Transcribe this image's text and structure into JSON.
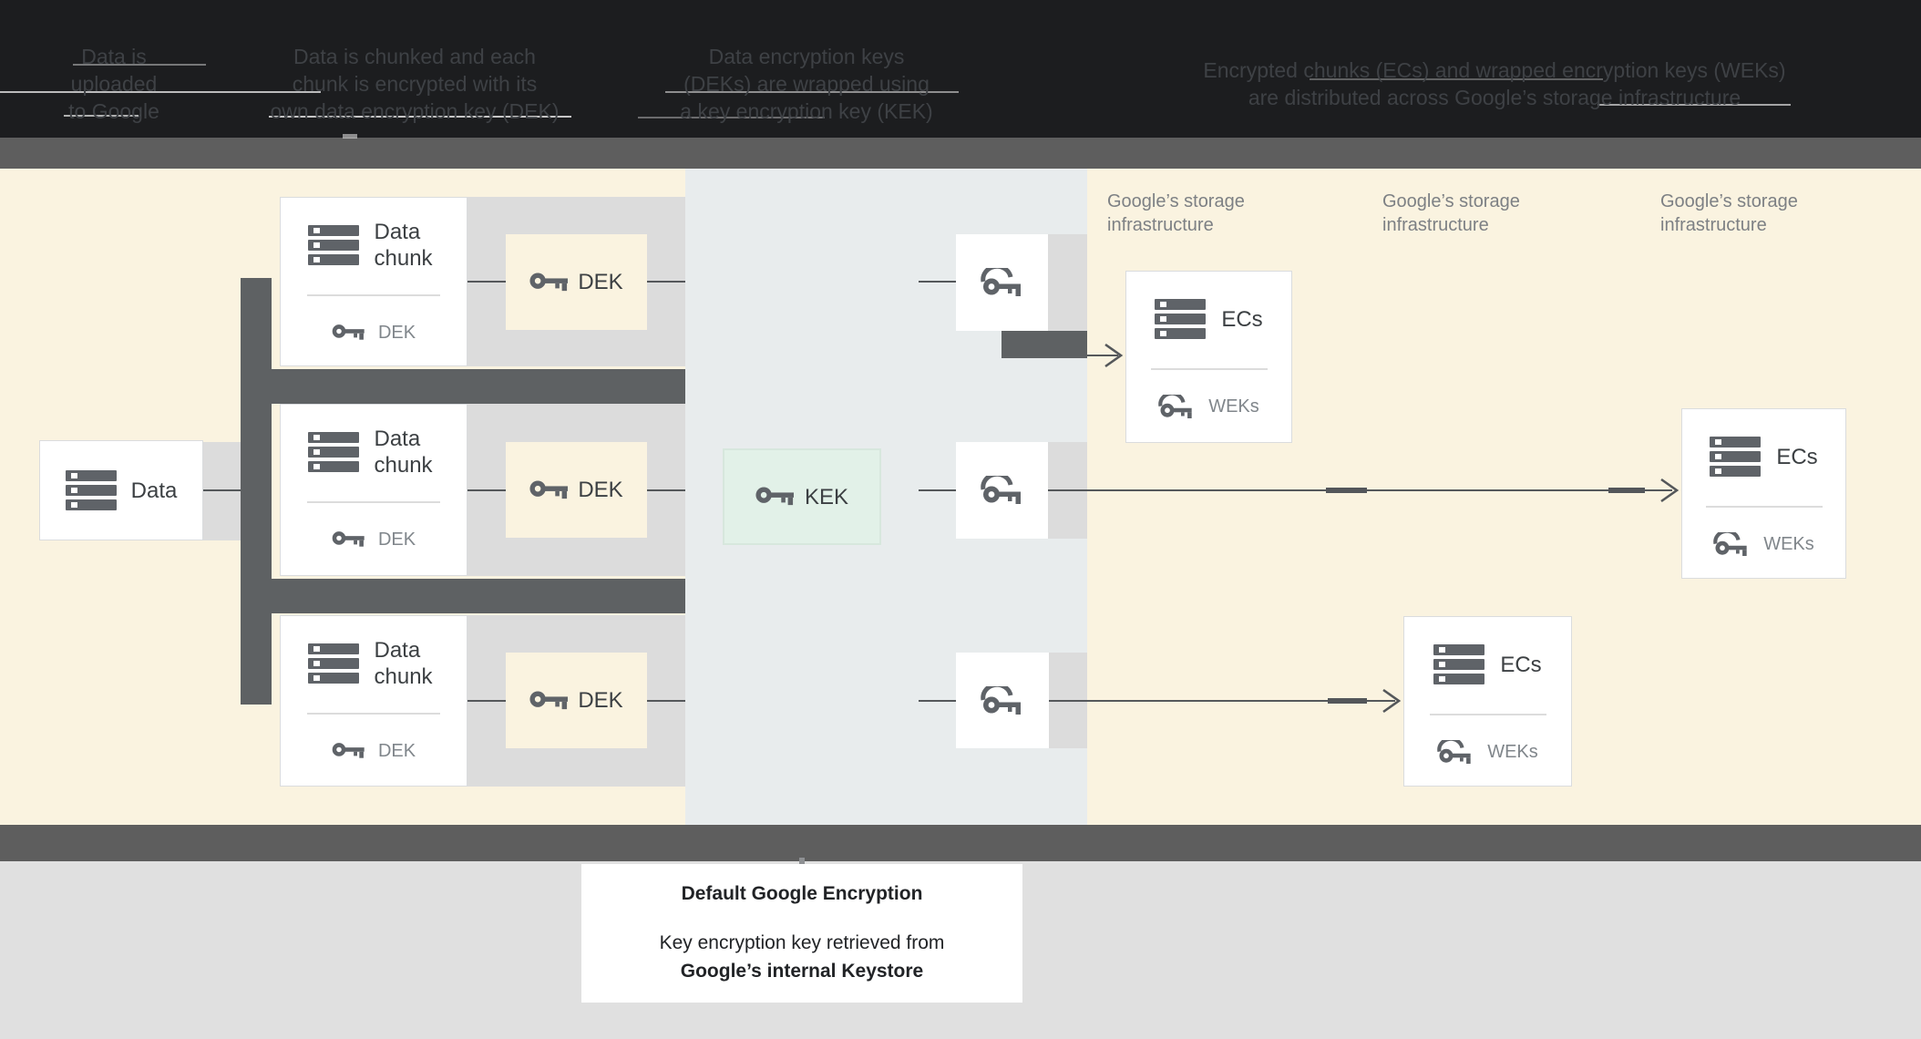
{
  "header": {
    "steps": [
      {
        "lines": [
          "Data is",
          "uploaded",
          "to Google"
        ]
      },
      {
        "lines": [
          "Data is chunked and each",
          "chunk is encrypted with its",
          "own data encryption key (DEK)"
        ]
      },
      {
        "lines": [
          "Data encryption keys",
          "(DEKs) are wrapped using",
          "a key encryption key (KEK)"
        ]
      },
      {
        "lines": [
          "Encrypted chunks (ECs) and wrapped encryption keys (WEKs)",
          "are distributed across Google’s storage infrastructure"
        ]
      }
    ]
  },
  "diagram": {
    "data_box": {
      "label": "Data"
    },
    "chunks": [
      {
        "label": "Data chunk",
        "key_label": "DEK"
      },
      {
        "label": "Data chunk",
        "key_label": "DEK"
      },
      {
        "label": "Data chunk",
        "key_label": "DEK"
      }
    ],
    "dek_boxes": [
      {
        "label": "DEK"
      },
      {
        "label": "DEK"
      },
      {
        "label": "DEK"
      }
    ],
    "kek_box": {
      "label": "KEK"
    },
    "storage_labels": [
      {
        "lines": [
          "Google’s storage",
          "infrastructure"
        ]
      },
      {
        "lines": [
          "Google’s storage",
          "infrastructure"
        ]
      },
      {
        "lines": [
          "Google’s storage",
          "infrastructure"
        ]
      }
    ],
    "ec_boxes": [
      {
        "label": "ECs",
        "key_label": "WEKs"
      },
      {
        "label": "ECs",
        "key_label": "WEKs"
      },
      {
        "label": "ECs",
        "key_label": "WEKs"
      }
    ]
  },
  "footer": {
    "title": "Default Google Encryption",
    "body_line1": "Key encryption key retrieved from",
    "body_line2": "Google’s internal Keystore"
  },
  "colors": {
    "header_bg": "#1c1d1f",
    "header_text": "#3e4145",
    "gray_bar": "#5e5e5e",
    "cream": "#faf3e0",
    "panel": "#e8eced",
    "band": "#dcdcdc",
    "dark_bar": "#5e6163",
    "line": "#55585b",
    "icon": "#5f6368",
    "kek_fill": "#e2f1e8",
    "kek_border": "#d7e7dd",
    "text_dark": "#3c4043",
    "text_gray": "#80868b",
    "storage_label": "#7d8084",
    "footer_bg": "#e0e0e0"
  }
}
